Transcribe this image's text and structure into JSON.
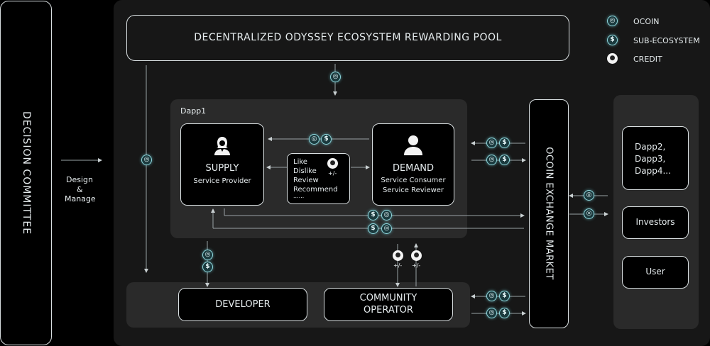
{
  "decision_committee": "DECISION COMMITTEE",
  "design_manage": [
    "Design",
    "&",
    "Manage"
  ],
  "reward_pool": "DECENTRALIZED ODYSSEY ECOSYSTEM REWARDING POOL",
  "legend": {
    "ocoin": "OCOIN",
    "sub_ecosystem": "SUB-ECOSYSTEM",
    "credit": "CREDIT"
  },
  "dapp": {
    "title": "Dapp1",
    "supply": {
      "title": "SUPPLY",
      "subtitle": "Service Provider"
    },
    "demand": {
      "title": "DEMAND",
      "line1": "Service Consumer",
      "line2": "Service Reviewer"
    },
    "actions": [
      "Like",
      "Dislike",
      "Review",
      "Recommend",
      "......"
    ],
    "plus_minus": "+/-"
  },
  "developer": "DEVELOPER",
  "community_operator": [
    "COMMUNITY",
    "OPERATOR"
  ],
  "exchange": "OCOIN EXCHANGE MARKET",
  "right": {
    "dapps": [
      "Dapp2,",
      "Dapp3,",
      "Dapp4..."
    ],
    "investors": "Investors",
    "user": "User"
  },
  "credit_plus_minus": "+/-",
  "icons": {
    "ocoin": "ocoin-icon",
    "sub_ecosystem": "dollar-coin-icon",
    "credit": "credit-icon"
  }
}
